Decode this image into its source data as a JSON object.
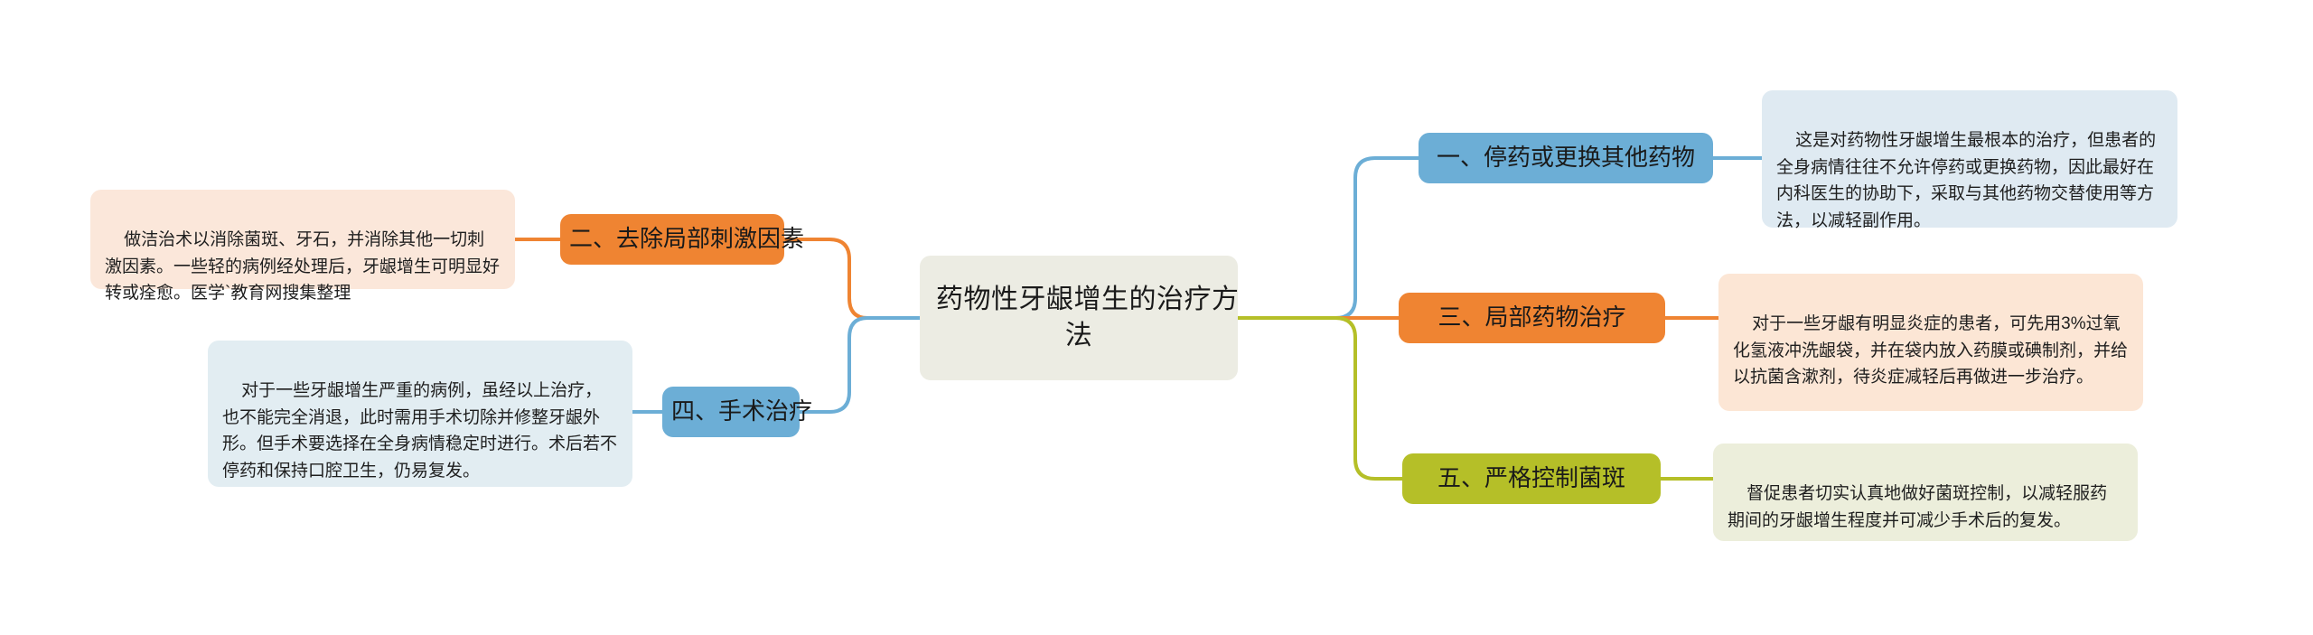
{
  "diagram": {
    "type": "mind-map",
    "title": "药物性牙龈增生的治疗方法",
    "colors": {
      "root_fill": "#ecece3",
      "blue": "#6caed6",
      "orange": "#ef8432",
      "olive": "#b5bf28",
      "leaf_blue": "#dfeaf2",
      "leaf_peach": "#fce6d5",
      "leaf_olive": "#eceedb",
      "leaf_cream": "#fbe7da",
      "leaf_ice": "#e2edf2",
      "connector_blue": "#6caed6",
      "connector_orange": "#ef8432",
      "connector_olive": "#b5bf28",
      "background": "#ffffff"
    }
  },
  "root": {
    "label": "药物性牙龈增生的治疗方\n法"
  },
  "branches": [
    {
      "id": "branch-1",
      "label": "一、停药或更换其他药物",
      "color": "blue",
      "side": "right",
      "detail": "这是对药物性牙龈增生最根本的治疗，但患者的全身病情往往不允许停药或更换药物，因此最好在内科医生的协助下，采取与其他药物交替使用等方法，以减轻副作用。"
    },
    {
      "id": "branch-2",
      "label": "二、去除局部刺激因素",
      "color": "orange",
      "side": "left",
      "detail": "做洁治术以消除菌斑、牙石，并消除其他一切刺激因素。一些轻的病例经处理后，牙龈增生可明显好转或痊愈。医学`教育网搜集整理"
    },
    {
      "id": "branch-3",
      "label": "三、局部药物治疗",
      "color": "orange",
      "side": "right",
      "detail": "对于一些牙龈有明显炎症的患者，可先用3%过氧化氢液冲洗龈袋，并在袋内放入药膜或碘制剂，并给以抗菌含漱剂，待炎症减轻后再做进一步治疗。"
    },
    {
      "id": "branch-4",
      "label": "四、手术治疗",
      "color": "blue",
      "side": "left",
      "detail": "对于一些牙龈增生严重的病例，虽经以上治疗，也不能完全消退，此时需用手术切除并修整牙龈外形。但手术要选择在全身病情稳定时进行。术后若不停药和保持口腔卫生，仍易复发。"
    },
    {
      "id": "branch-5",
      "label": "五、严格控制菌斑",
      "color": "olive",
      "side": "right",
      "detail": "督促患者切实认真地做好菌斑控制，以减轻服药期间的牙龈增生程度并可减少手术后的复发。"
    }
  ]
}
